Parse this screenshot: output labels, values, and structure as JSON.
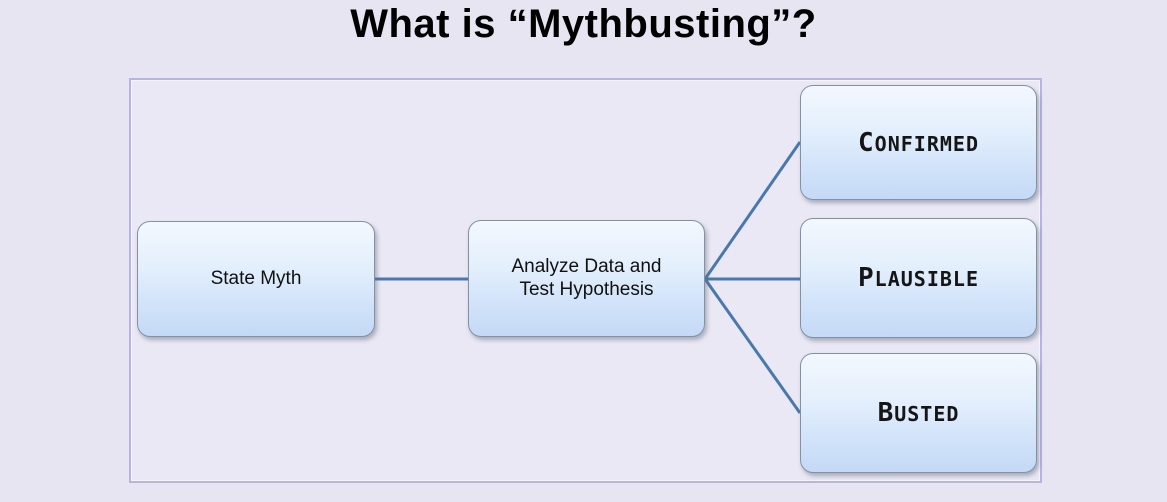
{
  "title": "What is “Mythbusting”?",
  "flowchart": {
    "nodes": [
      {
        "id": "state-myth",
        "label": "State Myth",
        "type": "step"
      },
      {
        "id": "analyze",
        "label": "Analyze Data and Test Hypothesis",
        "type": "step"
      },
      {
        "id": "confirmed",
        "label": "CONFIRMED",
        "type": "outcome"
      },
      {
        "id": "plausible",
        "label": "PLAUSIBLE",
        "type": "outcome"
      },
      {
        "id": "busted",
        "label": "BUSTED",
        "type": "outcome"
      }
    ],
    "edges": [
      {
        "from": "state-myth",
        "to": "analyze"
      },
      {
        "from": "analyze",
        "to": "confirmed"
      },
      {
        "from": "analyze",
        "to": "plausible"
      },
      {
        "from": "analyze",
        "to": "busted"
      }
    ],
    "colors": {
      "background": "#e6e5f1",
      "panel_background": "#e9e8f4",
      "panel_border": "#b6b4e0",
      "node_gradient_top": "#f3f8fe",
      "node_gradient_bottom": "#c4d9f6",
      "node_border": "#8291a3",
      "connector": "#4a78ad",
      "text": "#000000"
    }
  }
}
